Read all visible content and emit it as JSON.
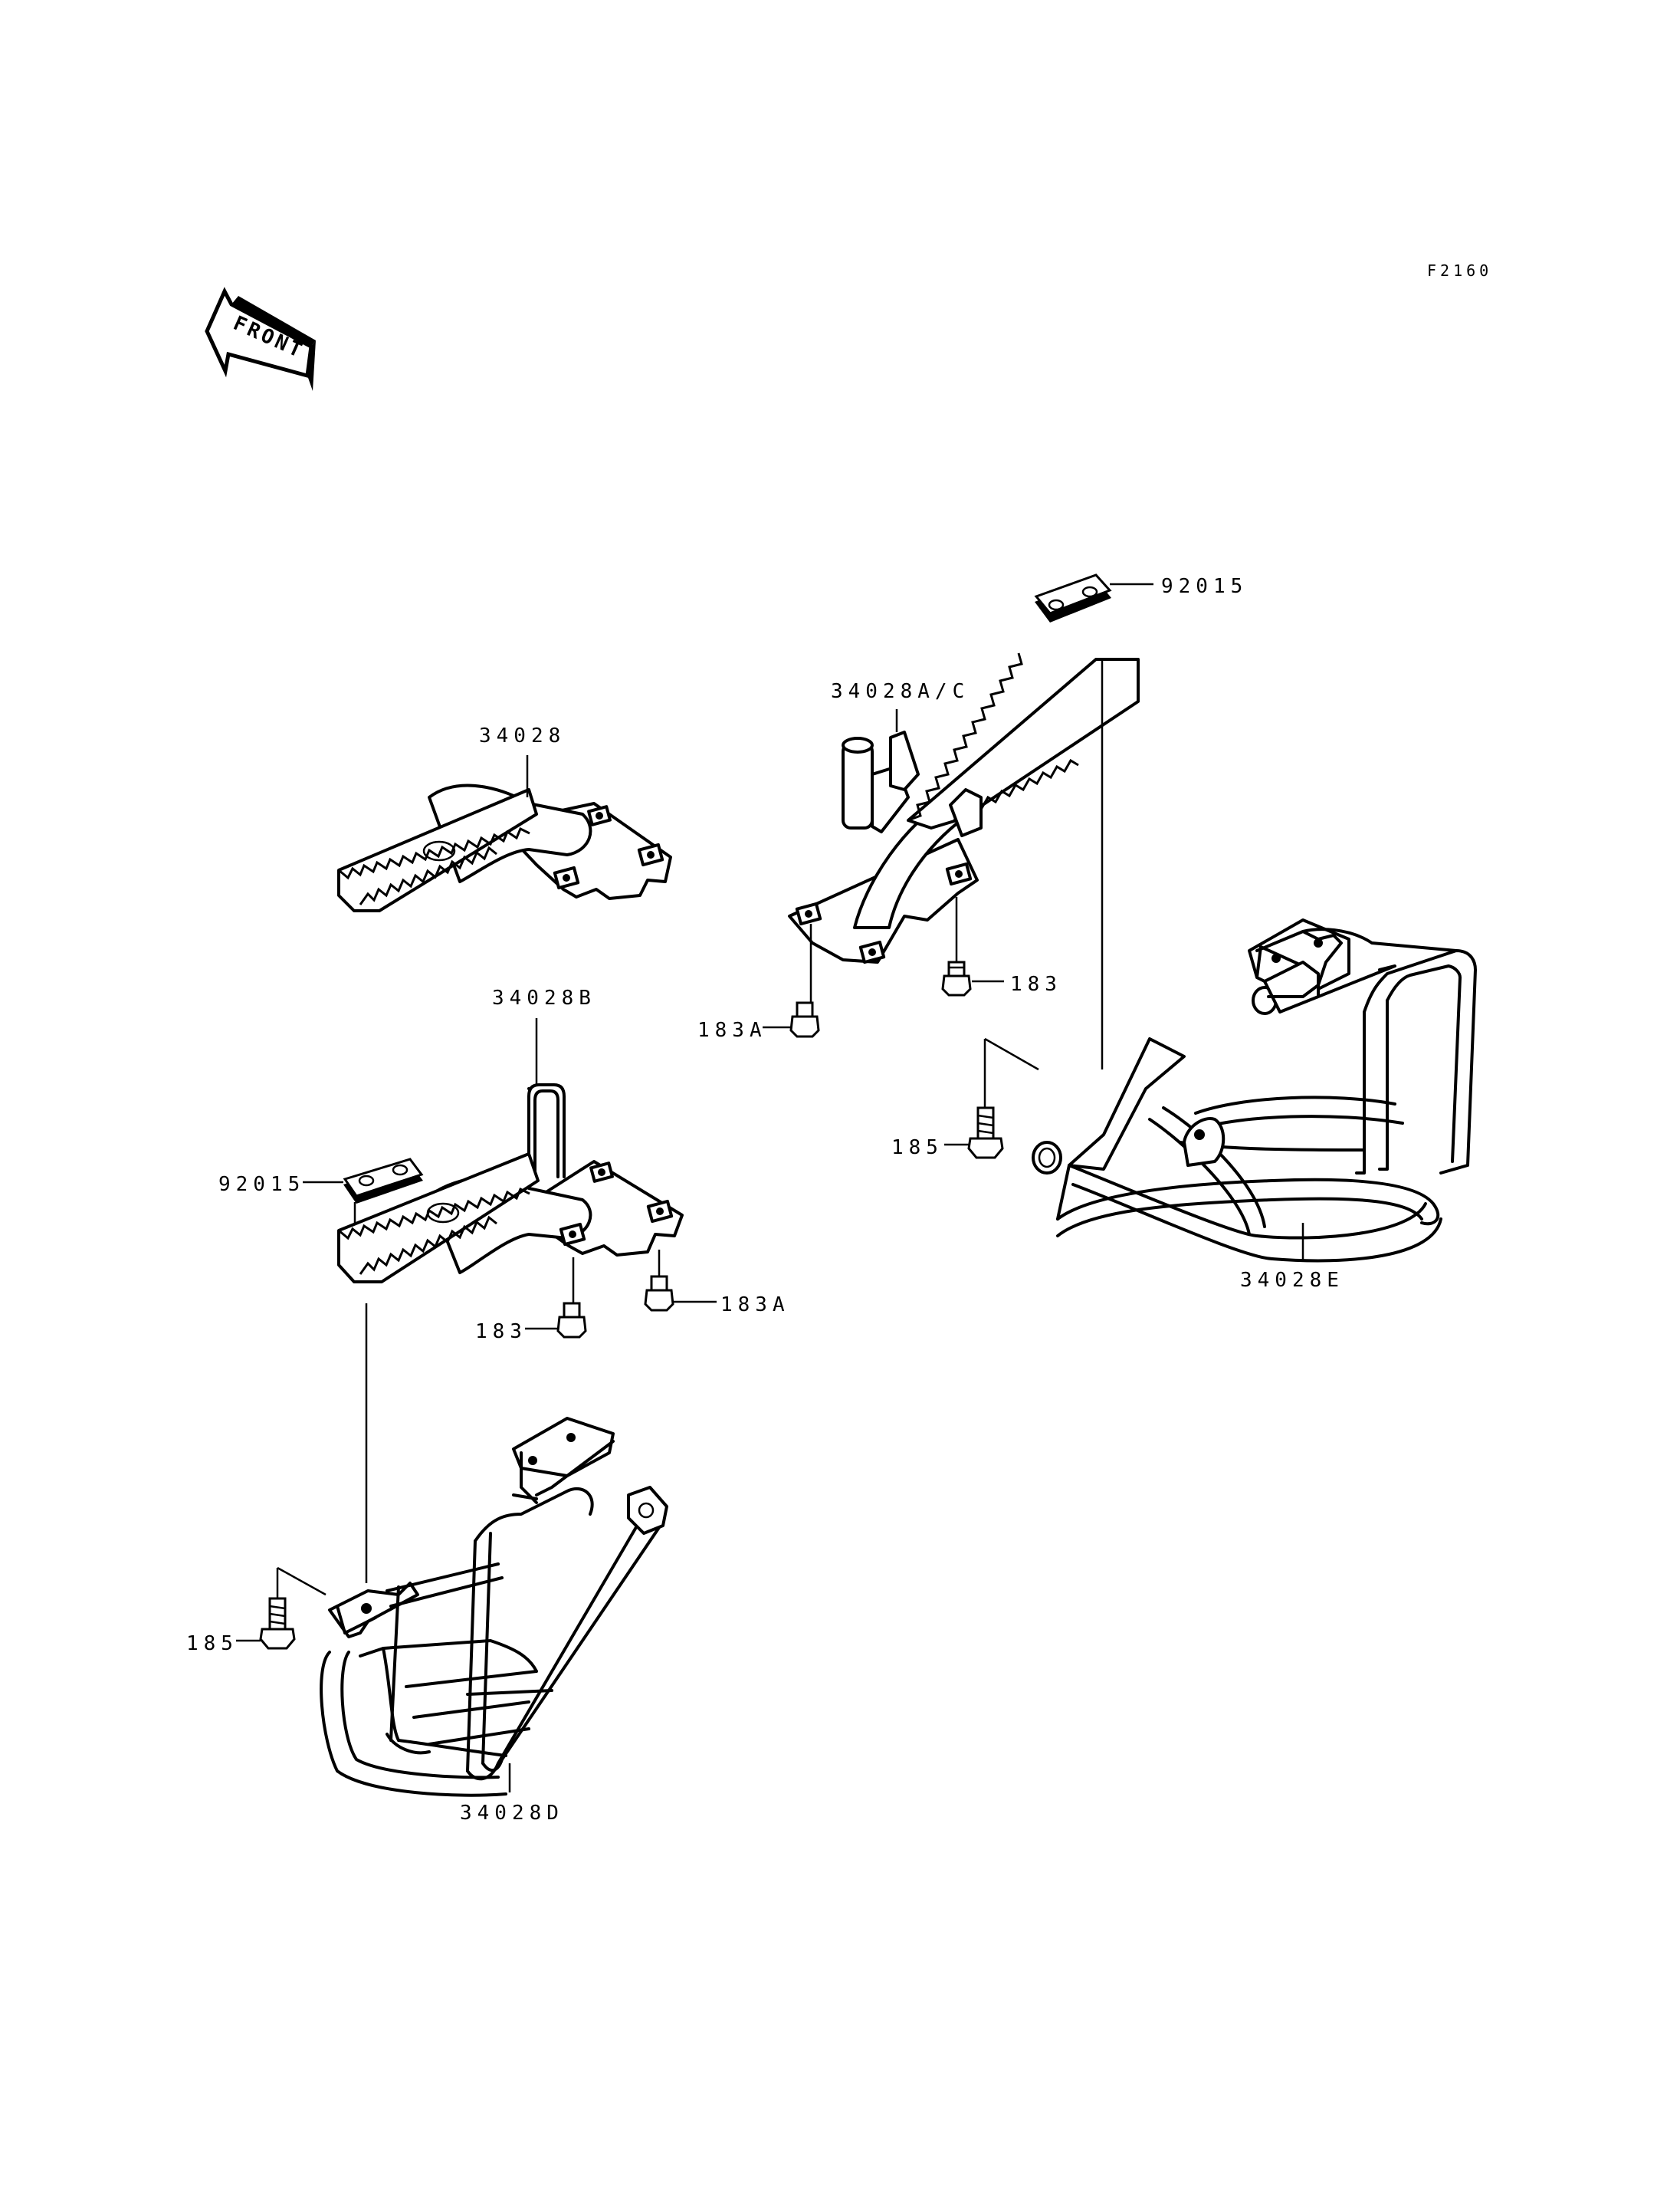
{
  "figure_code": "F2160",
  "front_label": "FRONT",
  "labels": {
    "p92015_right": "92015",
    "p34028ac": "34028A/C",
    "p34028": "34028",
    "p183_right": "183",
    "p183a_right": "183A",
    "p34028b": "34028B",
    "p185_right": "185",
    "p92015_left": "92015",
    "p34028e": "34028E",
    "p183_left": "183",
    "p183a_left": "183A",
    "p185_left": "185",
    "p34028d": "34028D"
  }
}
